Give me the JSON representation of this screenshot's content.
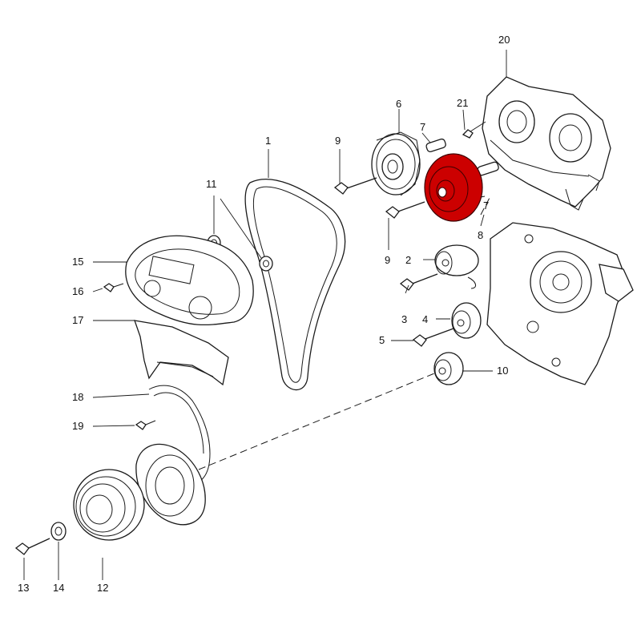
{
  "highlight_color": "#cc0000",
  "callouts": {
    "c1": "1",
    "c2": "2",
    "c3": "3",
    "c4": "4",
    "c5": "5",
    "c6": "6",
    "c7a": "7",
    "c7b": "7",
    "c8": "8",
    "c9a": "9",
    "c9b": "9",
    "c10": "10",
    "c11": "11",
    "c12": "12",
    "c13": "13",
    "c14": "14",
    "c15": "15",
    "c16": "16",
    "c17": "17",
    "c18": "18",
    "c19": "19",
    "c20": "20",
    "c21": "21"
  }
}
